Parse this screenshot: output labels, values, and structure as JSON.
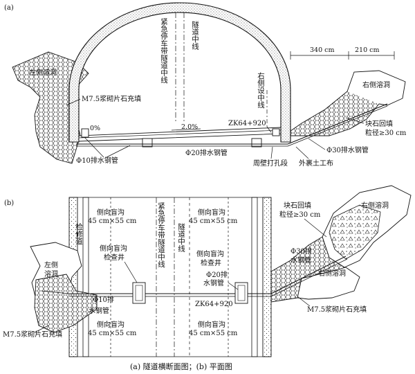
{
  "panel_a": {
    "tag": "(a)",
    "vertical_labels": {
      "emergency_lane_centerline": "紧急停车带隧道中线",
      "tunnel_centerline": "隧道中线",
      "right_side_centerline": "右侧设中线"
    },
    "dim_340": "340 cm",
    "dim_210": "210 cm",
    "left_cave": "左侧溶洞",
    "right_cave": "右侧溶洞",
    "masonry_fill": "M7.5浆砌片石充填",
    "boulder_backfill_1": "块石回填",
    "boulder_backfill_2": "粒径≥30 cm",
    "slope_left": "0%",
    "slope_mid": "2.0%",
    "station": "ZK64+920",
    "pipe_phi10": "Φ10排水钢管",
    "pipe_phi20": "Φ20排水钢管",
    "pipe_phi30": "Φ30排水钢管",
    "perforated": "周壁打孔段",
    "geotextile": "外裹土工布"
  },
  "panel_b": {
    "tag": "(b)",
    "maintenance_path": "检修道",
    "ditch_label": "侧向盲沟",
    "ditch_size": "45 cm×55 cm",
    "inspection_well_1": "侧向盲沟",
    "inspection_well_2": "检查井",
    "inspection_well_r1": "侧向盲沟",
    "inspection_well_r2": "检查井",
    "emergency_lane_centerline": "紧急停车带隧道中线",
    "tunnel_centerline": "隧道中线",
    "left_cave_1": "左侧",
    "left_cave_2": "溶洞",
    "right_cave_top": "右侧溶洞",
    "right_cave_mid": "右侧溶洞",
    "boulder_backfill_1": "块石回填",
    "boulder_backfill_2": "粒径≥30 cm",
    "phi30_1": "Φ30排",
    "phi30_2": "水钢管",
    "phi20_1": "Φ20排",
    "phi20_2": "水钢管",
    "phi10_1": "Φ10排",
    "phi10_2": "水钢管",
    "station": "ZK64+920",
    "masonry_fill_right": "M7.5浆砌片石充填",
    "masonry_fill_left": "M7.5浆砌片石充填"
  },
  "caption": "(a)  隧道横断面图；(b)  平面图"
}
